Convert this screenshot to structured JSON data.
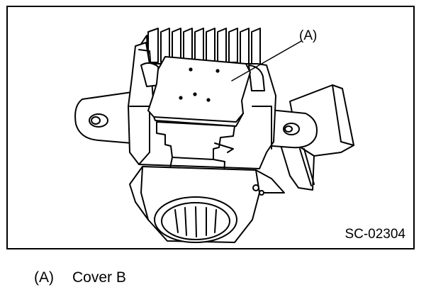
{
  "figure": {
    "callout_label": "(A)",
    "figure_id": "SC-02304"
  },
  "legend": [
    {
      "key": "(A)",
      "label": "Cover B"
    }
  ]
}
